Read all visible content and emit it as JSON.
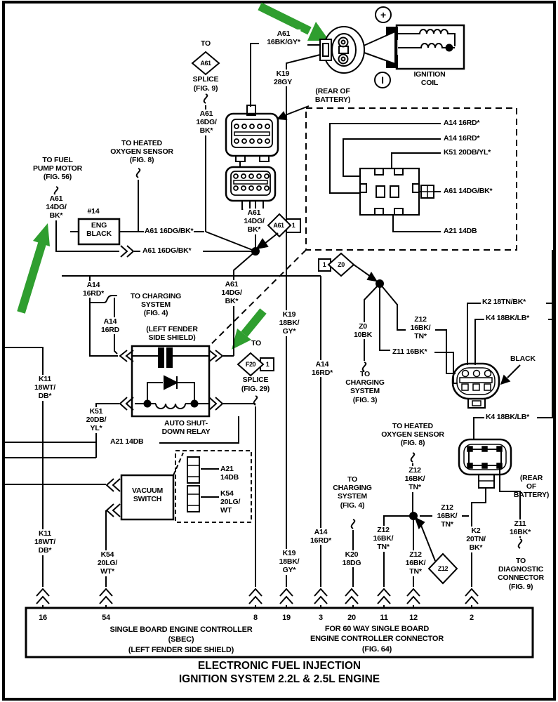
{
  "title": {
    "line1": "ELECTRONIC FUEL INJECTION",
    "line2": "IGNITION SYSTEM 2.2L & 2.5L ENGINE"
  },
  "coil": {
    "plus": "+",
    "terminal_i": "I",
    "name": "IGNITION\nCOIL",
    "wire_a61": "A61\n16BK/GY*",
    "wire_k19": "K19\n28GY",
    "rear_battery": "(REAR OF\nBATTERY)"
  },
  "splice_a61": {
    "to": "TO",
    "id": "A61",
    "name": "SPLICE",
    "fig": "(FIG. 9)",
    "wire": "A61\n16DG/\nBK*"
  },
  "left_side": {
    "oxygen_sensor": "TO HEATED\nOXYGEN SENSOR\n(FIG. 8)",
    "fuel_pump": "TO FUEL\nPUMP MOTOR\n(FIG. 56)",
    "fuel_wire": "A61\n14DG/\nBK*",
    "eng_black_num": "#14",
    "eng_black": "ENG\nBLACK",
    "a61_row1": "A61 16DG/BK*",
    "a61_row2": "A61 16DG/BK*",
    "k11_upper": "K11\n18WT/\nDB*",
    "k11_lower": "K11\n18WT/\nDB*"
  },
  "connectors": {
    "wire_a61": "A61\n14DG/\nBK*",
    "diamond": "A61",
    "index": "1"
  },
  "battery_detail": {
    "a14_1": "A14 16RD*",
    "a14_2": "A14 16RD*",
    "k51": "K51 20DB/YL*",
    "a61": "A61 14DG/BK*",
    "a21": "A21 14DB"
  },
  "ground_z0": {
    "index": "1",
    "diamond": "Z0",
    "wire": "Z0\n10BK",
    "charging": "TO\nCHARGING\nSYSTEM\n(FIG. 3)",
    "z12": "Z12\n16BK/\nTN*",
    "z11": "Z11 16BK*"
  },
  "right_side": {
    "k2": "K2 18TN/BK*",
    "k4_upper": "K4 18BK/LB*",
    "black": "BLACK",
    "k4_lower": "K4 18BK/LB*",
    "rear_battery": "(REAR\nOF\nBATTERY)",
    "z11_wire": "Z11\n16BK*",
    "diagnostic": "TO\nDIAGNOSTIC\nCONNECTOR\n(FIG. 9)",
    "k2_wire": "K2\n20TN/\nBK*",
    "z12_label": "Z12\n16BK/\nTN*",
    "z12_diamond": "Z12"
  },
  "relay": {
    "a14_upper": "A14\n16RD*",
    "charging": "TO CHARGING\nSYSTEM\n(FIG. 4)",
    "a14_small": "A14\n16RD",
    "shield": "(LEFT FENDER\nSIDE SHIELD)",
    "name": "AUTO SHUT-\nDOWN RELAY",
    "k51": "K51\n20DB/\nYL*",
    "a21": "A21 14DB",
    "a61_wire": "A61\n14DG/\nBK*"
  },
  "splice_f20": {
    "to": "TO",
    "id": "F20",
    "index": "1",
    "name": "SPLICE",
    "fig": "(FIG. 29)"
  },
  "vacuum_switch": {
    "name": "VACUUM\nSWITCH",
    "a21": "A21\n14DB",
    "k54": "K54\n20LG/\nWT",
    "k54_wire": "K54\n20LG/\nWT*"
  },
  "bottom": {
    "k19_mid": "K19\n18BK/\nGY*",
    "k19_pin": "K19\n18BK/\nGY*",
    "a14_mid": "A14\n16RD*",
    "a14_pin": "A14\n16RD*",
    "charging": "TO\nCHARGING\nSYSTEM\n(FIG. 4)",
    "k20": "K20\n18DG",
    "oxygen_sensor": "TO HEATED\nOXYGEN SENSOR\n(FIG. 8)",
    "z12_mid": "Z12\n16BK/\nTN*",
    "z12_pin11": "Z12\n16BK/\nTN*",
    "z12_pin12": "Z12\n16BK/\nTN*"
  },
  "pins": [
    "16",
    "54",
    "8",
    "19",
    "3",
    "20",
    "11",
    "12",
    "2"
  ],
  "controller": {
    "sbec": "SINGLE BOARD ENGINE CONTROLLER\n(SBEC)\n(LEFT FENDER SIDE SHIELD)",
    "connector_60way": "FOR 60 WAY SINGLE BOARD\nENGINE CONTROLLER CONNECTOR\n(FIG. 64)"
  },
  "colors": {
    "line": "#000000",
    "background": "#ffffff",
    "arrow_green": "#2f9e2f"
  }
}
